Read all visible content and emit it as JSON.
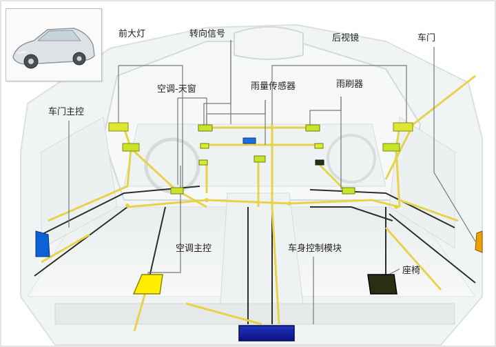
{
  "labels": {
    "headlights": "前大灯",
    "turn_signal": "转向信号",
    "rearview_mirror": "后视镜",
    "door": "车门",
    "ac_sunroof": "空调-天窗",
    "rain_sensor": "雨量传感器",
    "wiper": "雨刷器",
    "door_master_control": "车门主控",
    "ac_master_control": "空调主控",
    "body_control_module": "车身控制模块",
    "seat": "座椅"
  },
  "colors": {
    "harness_yellow": "#e6d34a",
    "harness_dark": "#2d2d2d",
    "node_yellow": "#d8ec27",
    "node_bright": "#ffee00",
    "node_dark": "#2b2f12",
    "module_blue": "#0d1f9a",
    "side_blue": "#0b62d6",
    "side_orange": "#f0a000",
    "leader_gray": "#777777"
  },
  "icons": {
    "thumbnail": "car-thumbnail-icon"
  }
}
